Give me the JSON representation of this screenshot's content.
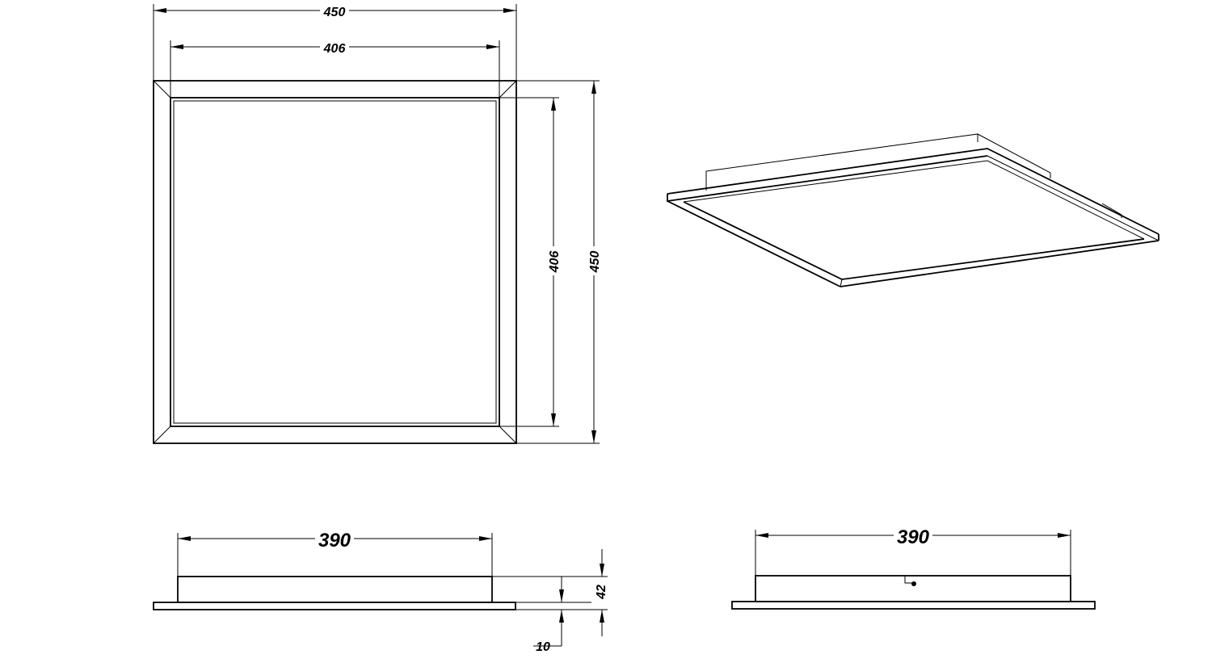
{
  "top_view": {
    "outer_width": "450",
    "inner_width": "406",
    "inner_height": "406",
    "outer_height": "450"
  },
  "front_view": {
    "body_width": "390",
    "total_height": "42",
    "base_thickness": "10"
  },
  "side_view": {
    "body_width": "390"
  }
}
